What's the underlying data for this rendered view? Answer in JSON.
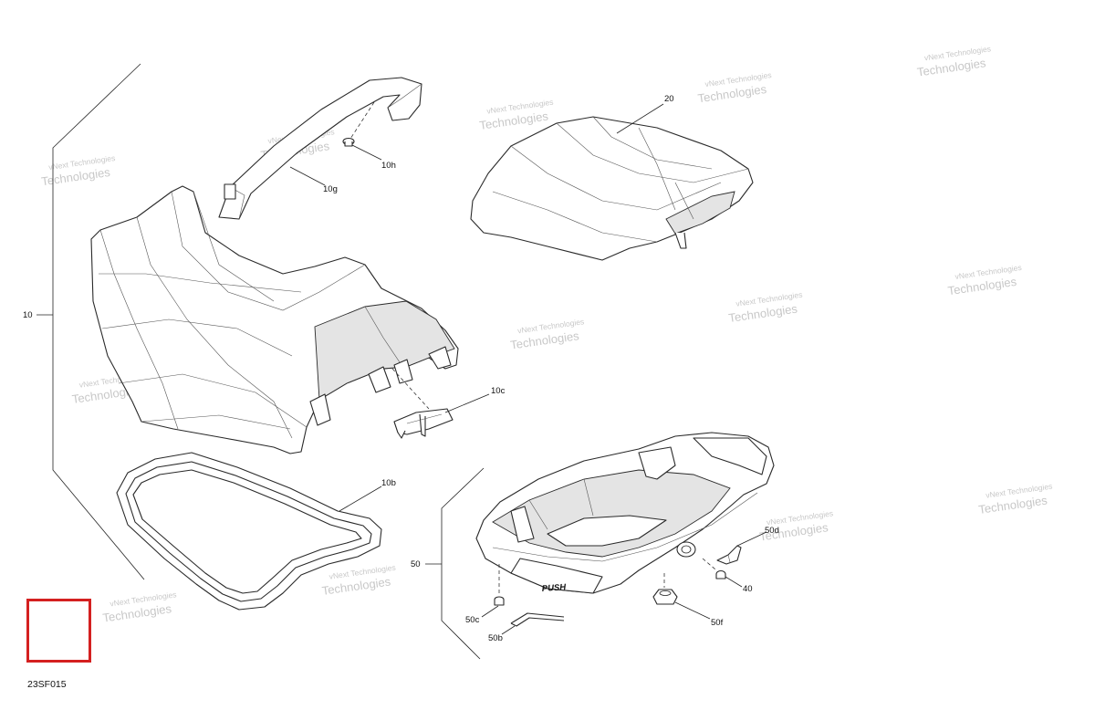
{
  "figure_code": "23SF015",
  "watermark": {
    "line1": "vNext Technologies",
    "line2": "Technologies"
  },
  "callouts": {
    "c10": "10",
    "c10g": "10g",
    "c10h": "10h",
    "c10c": "10c",
    "c10b": "10b",
    "c20": "20",
    "c40": "40",
    "c50": "50",
    "c50b": "50b",
    "c50c": "50c",
    "c50d": "50d",
    "c50f": "50f"
  },
  "part_text": {
    "brand_mark": "PUSH"
  },
  "colors": {
    "marker_box": "#d42020",
    "lines": "#222222",
    "watermark": "#9a9a9a"
  }
}
